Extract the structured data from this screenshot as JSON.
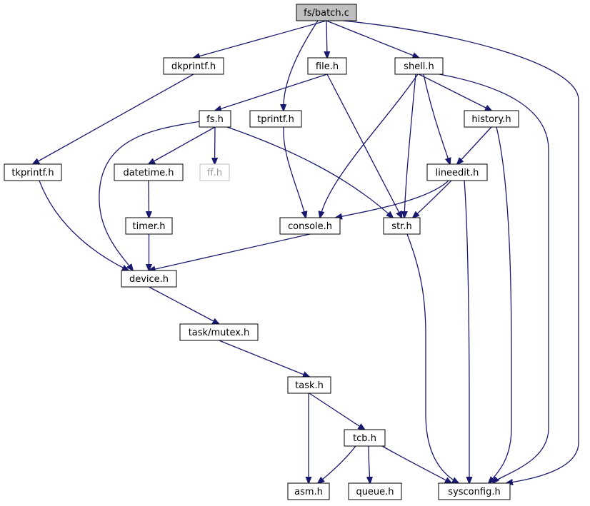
{
  "diagram": {
    "type": "include-dependency-graph",
    "colors": {
      "edge": "#191970",
      "root_fill": "#bfbfbf",
      "missing_border": "#bfbfbf"
    },
    "nodes": [
      {
        "id": "batch",
        "label": "fs/batch.c",
        "root": true
      },
      {
        "id": "dkprintf",
        "label": "dkprintf.h"
      },
      {
        "id": "file",
        "label": "file.h"
      },
      {
        "id": "shell",
        "label": "shell.h"
      },
      {
        "id": "fs",
        "label": "fs.h"
      },
      {
        "id": "tprintf",
        "label": "tprintf.h"
      },
      {
        "id": "history",
        "label": "history.h"
      },
      {
        "id": "tkprintf",
        "label": "tkprintf.h"
      },
      {
        "id": "datetime",
        "label": "datetime.h"
      },
      {
        "id": "ff",
        "label": "ff.h",
        "missing": true
      },
      {
        "id": "lineedit",
        "label": "lineedit.h"
      },
      {
        "id": "timer",
        "label": "timer.h"
      },
      {
        "id": "console",
        "label": "console.h"
      },
      {
        "id": "str",
        "label": "str.h"
      },
      {
        "id": "device",
        "label": "device.h"
      },
      {
        "id": "mutex",
        "label": "task/mutex.h"
      },
      {
        "id": "task",
        "label": "task.h"
      },
      {
        "id": "tcb",
        "label": "tcb.h"
      },
      {
        "id": "asm",
        "label": "asm.h"
      },
      {
        "id": "queue",
        "label": "queue.h"
      },
      {
        "id": "sysconfig",
        "label": "sysconfig.h"
      }
    ],
    "edges": [
      {
        "from": "batch",
        "to": "dkprintf"
      },
      {
        "from": "batch",
        "to": "tprintf"
      },
      {
        "from": "batch",
        "to": "file"
      },
      {
        "from": "batch",
        "to": "shell"
      },
      {
        "from": "batch",
        "to": "sysconfig"
      },
      {
        "from": "dkprintf",
        "to": "tkprintf"
      },
      {
        "from": "file",
        "to": "fs"
      },
      {
        "from": "file",
        "to": "str"
      },
      {
        "from": "shell",
        "to": "console"
      },
      {
        "from": "shell",
        "to": "str"
      },
      {
        "from": "shell",
        "to": "lineedit"
      },
      {
        "from": "shell",
        "to": "history"
      },
      {
        "from": "shell",
        "to": "sysconfig"
      },
      {
        "from": "fs",
        "to": "device"
      },
      {
        "from": "fs",
        "to": "datetime"
      },
      {
        "from": "fs",
        "to": "ff"
      },
      {
        "from": "fs",
        "to": "str"
      },
      {
        "from": "tprintf",
        "to": "console"
      },
      {
        "from": "history",
        "to": "lineedit"
      },
      {
        "from": "history",
        "to": "sysconfig"
      },
      {
        "from": "tkprintf",
        "to": "device"
      },
      {
        "from": "datetime",
        "to": "timer"
      },
      {
        "from": "lineedit",
        "to": "console"
      },
      {
        "from": "lineedit",
        "to": "str"
      },
      {
        "from": "lineedit",
        "to": "sysconfig"
      },
      {
        "from": "timer",
        "to": "device"
      },
      {
        "from": "console",
        "to": "device"
      },
      {
        "from": "str",
        "to": "sysconfig"
      },
      {
        "from": "device",
        "to": "mutex"
      },
      {
        "from": "mutex",
        "to": "task"
      },
      {
        "from": "task",
        "to": "asm"
      },
      {
        "from": "task",
        "to": "tcb"
      },
      {
        "from": "tcb",
        "to": "asm"
      },
      {
        "from": "tcb",
        "to": "queue"
      },
      {
        "from": "tcb",
        "to": "sysconfig"
      }
    ]
  }
}
